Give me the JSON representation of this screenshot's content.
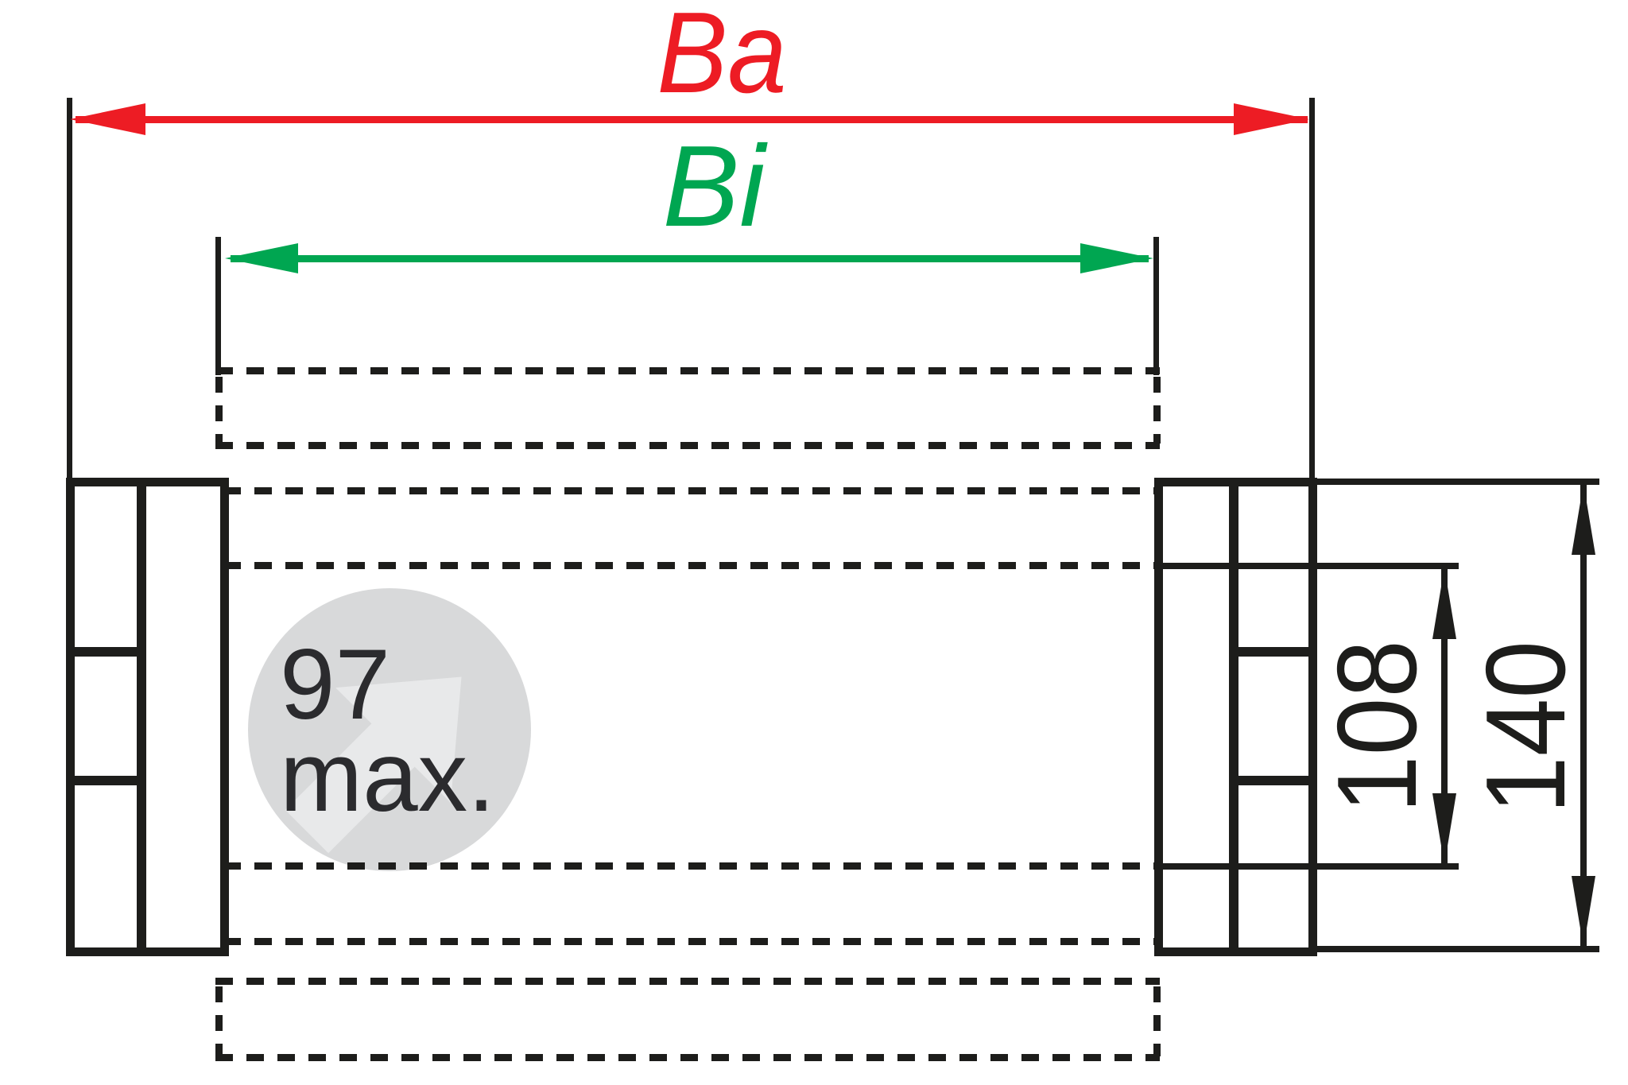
{
  "diagram": {
    "labels": {
      "outer_width": "Ba",
      "inner_width": "Bi",
      "inner_height": "108",
      "outer_height": "140",
      "watermark_value": "97",
      "watermark_suffix": "max."
    },
    "colors": {
      "outer_width_dimension": "#ed1c24",
      "inner_width_dimension": "#00a651",
      "drawing_lines": "#1d1d1b",
      "watermark_circle_fill": "#d8d9da",
      "watermark_arrow_fill": "#e8e9ea",
      "watermark_text": "#2b2b2e"
    }
  }
}
